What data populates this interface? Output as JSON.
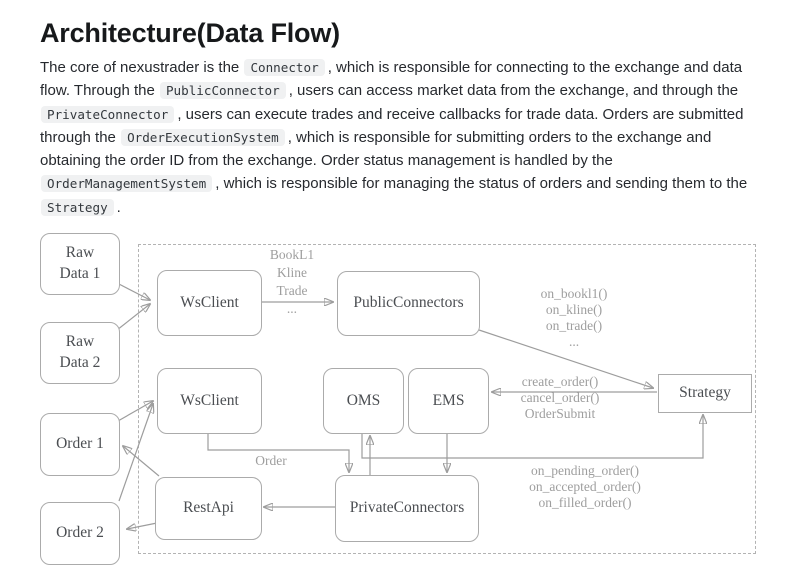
{
  "page": {
    "title": "Architecture(Data Flow)"
  },
  "paragraph": {
    "lines": [
      {
        "parts": [
          {
            "t": "The core of nexustrader is the "
          },
          {
            "c": "Connector"
          },
          {
            "t": ", which is responsible for connecting to the exchange and data"
          }
        ]
      },
      {
        "parts": [
          {
            "t": "flow. Through the "
          },
          {
            "c": "PublicConnector"
          },
          {
            "t": ", users can access market data from the exchange, and through the"
          }
        ]
      },
      {
        "parts": [
          {
            "c": "PrivateConnector"
          },
          {
            "t": ", users can execute trades and receive callbacks for trade data. Orders are submitted"
          }
        ]
      },
      {
        "parts": [
          {
            "t": "through the "
          },
          {
            "c": "OrderExecutionSystem"
          },
          {
            "t": ", which is responsible for submitting orders to the exchange and"
          }
        ]
      },
      {
        "parts": [
          {
            "t": "obtaining the order ID from the exchange. Order status management is handled by the"
          }
        ]
      },
      {
        "parts": [
          {
            "c": "OrderManagementSystem"
          },
          {
            "t": ", which is responsible for managing the status of orders and sending them to the"
          }
        ]
      },
      {
        "parts": [
          {
            "c": "Strategy"
          },
          {
            "t": "."
          }
        ]
      }
    ]
  },
  "diagram": {
    "nodes": [
      {
        "id": "raw-data-1",
        "label": "Raw\nData 1"
      },
      {
        "id": "raw-data-2",
        "label": "Raw\nData 2"
      },
      {
        "id": "order-1",
        "label": "Order 1"
      },
      {
        "id": "order-2",
        "label": "Order 2"
      },
      {
        "id": "ws-client-1",
        "label": "WsClient"
      },
      {
        "id": "ws-client-2",
        "label": "WsClient"
      },
      {
        "id": "public-connectors",
        "label": "PublicConnectors"
      },
      {
        "id": "oms",
        "label": "OMS"
      },
      {
        "id": "ems",
        "label": "EMS"
      },
      {
        "id": "private-connectors",
        "label": "PrivateConnectors"
      },
      {
        "id": "rest-api",
        "label": "RestApi"
      },
      {
        "id": "strategy",
        "label": "Strategy"
      }
    ],
    "edge_labels": [
      {
        "id": "market-data-types",
        "lines": [
          "BookL1",
          "Kline",
          "Trade",
          "..."
        ]
      },
      {
        "id": "market-data-callbacks",
        "lines": [
          "on_bookl1()",
          "on_kline()",
          "on_trade()",
          "..."
        ]
      },
      {
        "id": "order-commands",
        "lines": [
          "create_order()",
          "cancel_order()",
          "OrderSubmit"
        ]
      },
      {
        "id": "order-label",
        "lines": [
          "Order"
        ]
      },
      {
        "id": "order-status-callbacks",
        "lines": [
          "on_pending_order()",
          "on_accepted_order()",
          "on_filled_order()"
        ]
      }
    ]
  },
  "colors": {
    "body_text": "#26292e",
    "title_text": "#17191b",
    "code_bg": "#f0f1f2",
    "diagram_line": "#9d9d9d",
    "node_border": "#ababab",
    "node_text": "#4b4e52",
    "edge_label_text": "#9e9e9e",
    "boundary_dash": "#b3b3b3"
  }
}
